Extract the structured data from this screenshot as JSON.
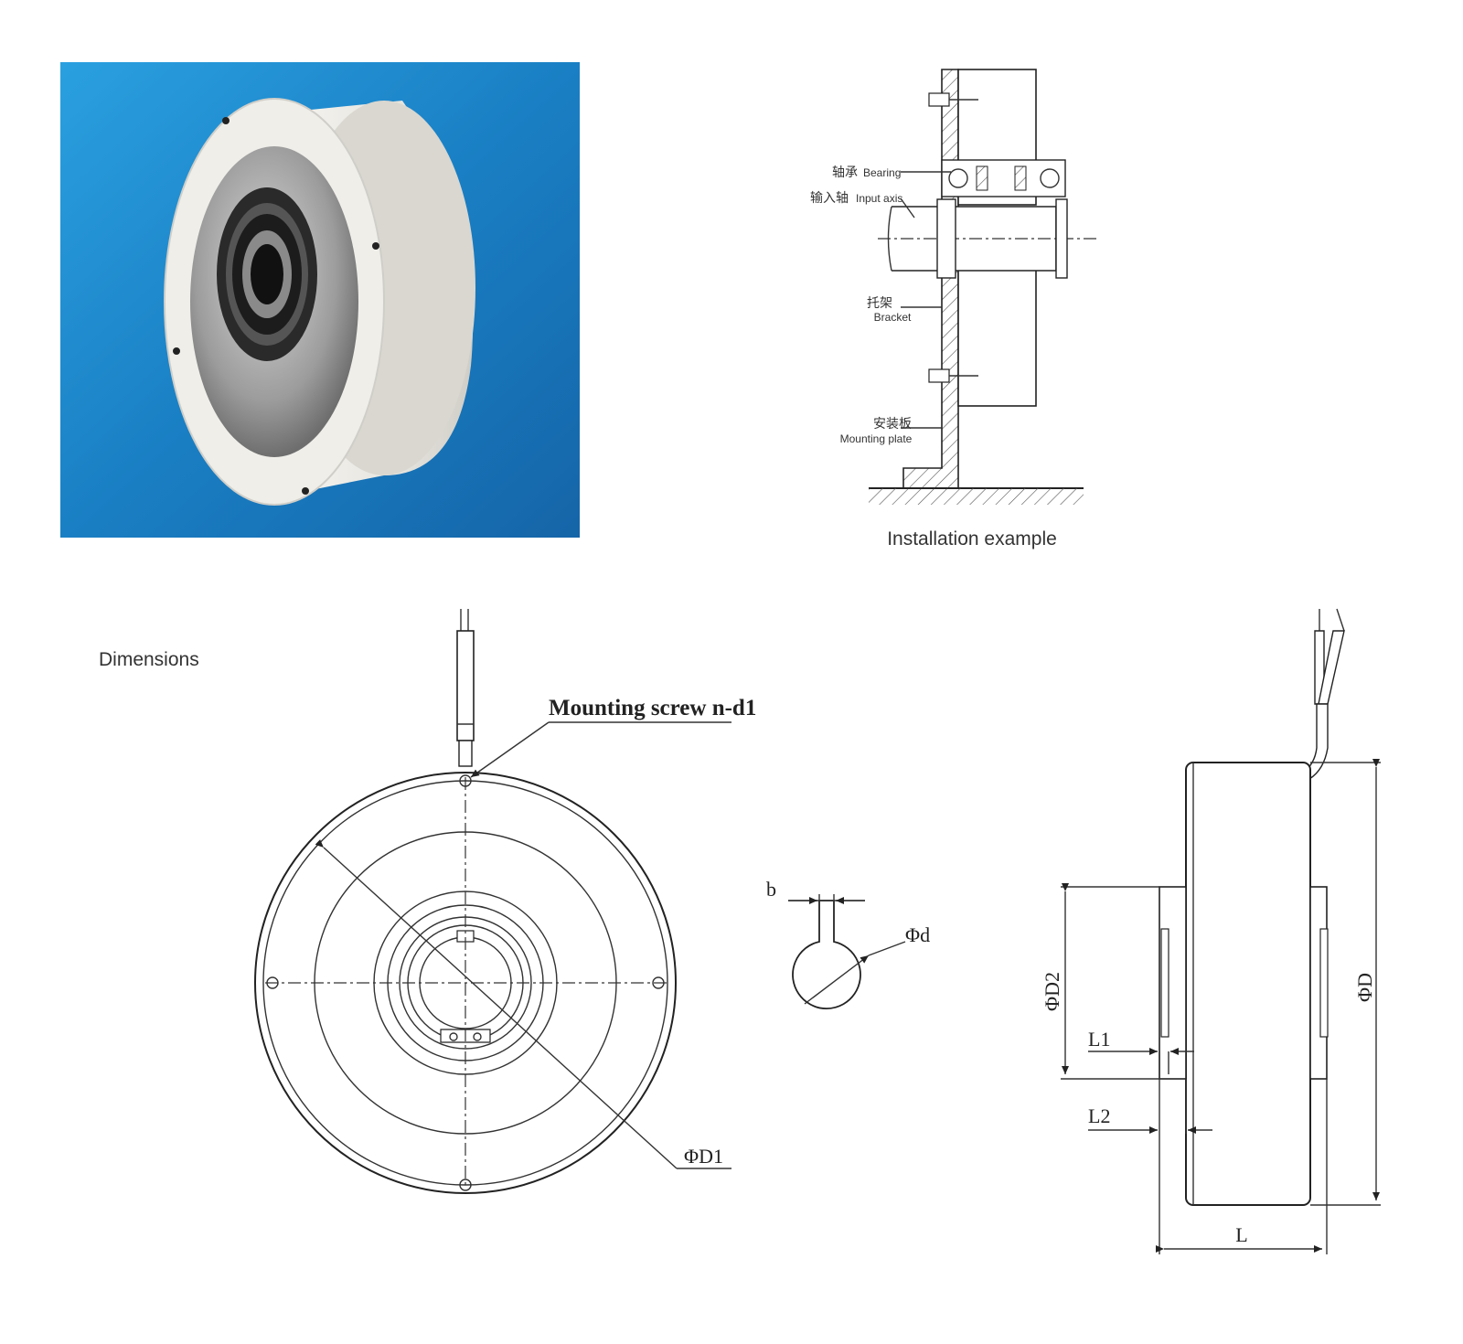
{
  "photo": {
    "bg_color": "#1a7fc4",
    "body_color": "#e8e6e1"
  },
  "installation": {
    "caption": "Installation example",
    "labels": {
      "bearing_cn": "轴承",
      "bearing_en": "Bearing",
      "input_cn": "输入轴",
      "input_en": "Input axis",
      "bracket_cn": "托架",
      "bracket_en": "Bracket",
      "plate_cn": "安装板",
      "plate_en": "Mounting plate"
    }
  },
  "dimensions": {
    "title": "Dimensions",
    "front": {
      "screw_label": "Mounting screw n-d1",
      "d1_label": "ΦD1"
    },
    "key": {
      "b_label": "b",
      "d_label": "Φd"
    },
    "side": {
      "d2_label": "ΦD2",
      "d_label": "ΦD",
      "l1_label": "L1",
      "l2_label": "L2",
      "l_label": "L"
    }
  }
}
